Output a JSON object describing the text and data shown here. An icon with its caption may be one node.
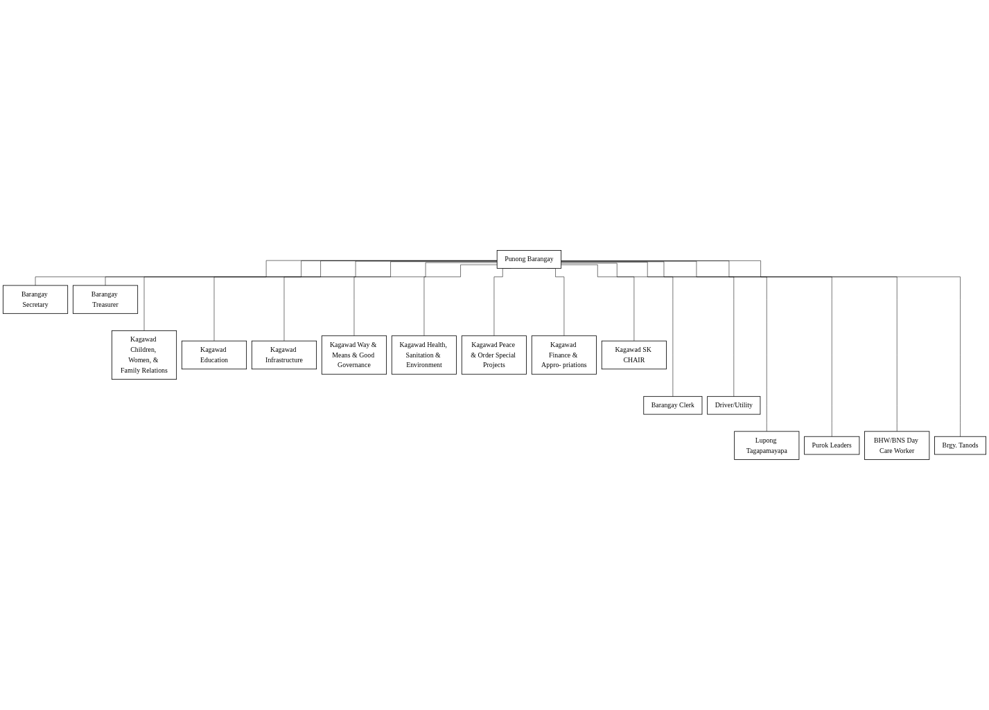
{
  "diagram": {
    "nodes": [
      {
        "text": [
          "Punong Barangay"
        ]
      },
      {
        "text": [
          "Barangay Secretary"
        ]
      },
      {
        "text": [
          "Barangay Treasurer"
        ]
      },
      {
        "text": [
          "Kagawad Children, Women, & Family Relations"
        ]
      },
      {
        "text": [
          "Kagawad Education"
        ]
      },
      {
        "text": [
          "Kagawad Infrastructure"
        ]
      },
      {
        "text": [
          "Kagawad Way & Means & Good Governance"
        ]
      },
      {
        "text": [
          "Kagawad Health, Sanitation & Environment"
        ]
      },
      {
        "text": [
          "Kagawad Peace & Order Special Projects"
        ]
      },
      {
        "text": [
          "Kagawad Finance & Appro- priations"
        ]
      },
      {
        "text": [
          "Kagawad SK CHAIR"
        ]
      },
      {
        "text": [
          "Barangay Clerk"
        ]
      },
      {
        "text": [
          "Driver/Utility"
        ]
      },
      {
        "text": [
          "Lupong Tagapamayapa"
        ]
      },
      {
        "text": [
          "Purok Leaders"
        ]
      },
      {
        "text": [
          "BHW/BNS Day Care Worker"
        ]
      },
      {
        "text": [
          "Brgy. Tanods"
        ]
      }
    ],
    "edges": [
      {
        "from": 0,
        "to": 1,
        "arrow": "none"
      },
      {
        "from": 0,
        "to": 2,
        "arrow": "none"
      },
      {
        "from": 0,
        "to": 3,
        "arrow": "none"
      },
      {
        "from": 0,
        "to": 4,
        "arrow": "none"
      },
      {
        "from": 0,
        "to": 5,
        "arrow": "none"
      },
      {
        "from": 0,
        "to": 6,
        "arrow": "none"
      },
      {
        "from": 0,
        "to": 7,
        "arrow": "none"
      },
      {
        "from": 0,
        "to": 8,
        "arrow": "none"
      },
      {
        "from": 0,
        "to": 9,
        "arrow": "none"
      },
      {
        "from": 0,
        "to": 10,
        "arrow": "none"
      },
      {
        "from": 0,
        "to": 11,
        "arrow": "none"
      },
      {
        "from": 0,
        "to": 12,
        "arrow": "none"
      },
      {
        "from": 0,
        "to": 13,
        "arrow": "none"
      },
      {
        "from": 0,
        "to": 14,
        "arrow": "none"
      },
      {
        "from": 0,
        "to": 15,
        "arrow": "none"
      },
      {
        "from": 0,
        "to": 16,
        "arrow": "none"
      }
    ]
  }
}
